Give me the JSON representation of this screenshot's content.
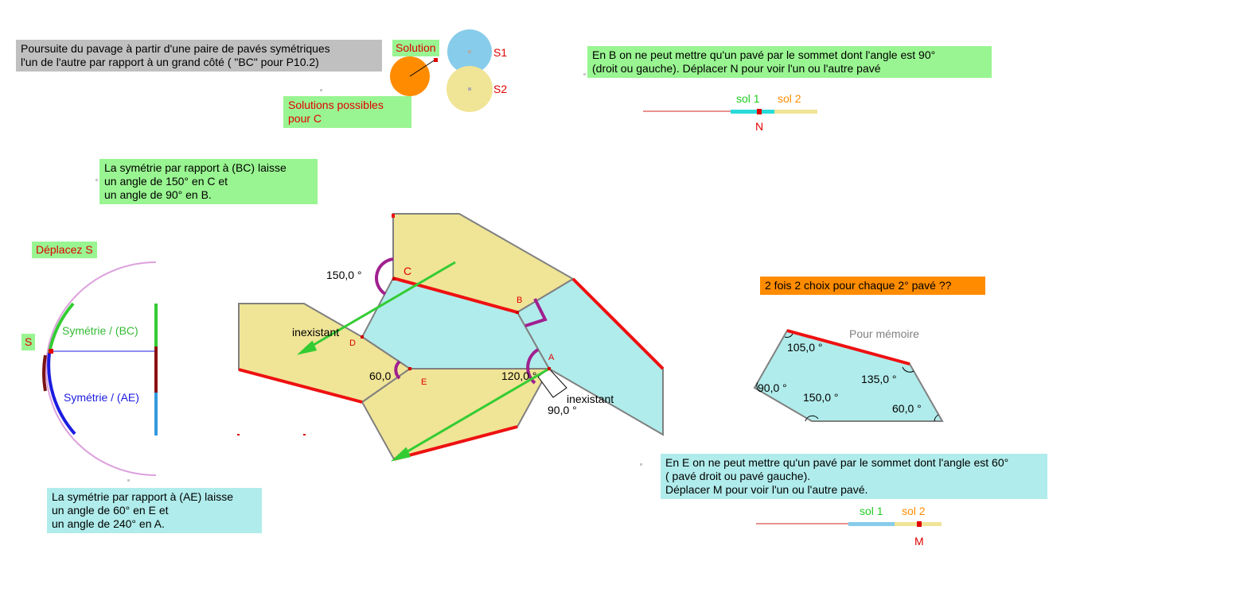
{
  "texts": {
    "intro": "Poursuite du pavage à partir d'une paire de pavés symétriques\nl'un de l'autre par rapport à un grand côté  ( \"BC\" pour P10.2)",
    "solution": "Solution",
    "solutions_possibles": "Solutions possibles\npour C",
    "s1": "S1",
    "s2": "S2",
    "en_b": "En B on ne peut mettre qu'un pavé  par le sommet dont l'angle est 90°\n(droit ou  gauche). Déplacer N pour voir l'un ou l'autre pavé",
    "sol1": "sol 1",
    "sol2": "sol 2",
    "n": "N",
    "symetrie_bc_note": "La symétrie par rapport à (BC) laisse\nun angle de 150° en C et\nun angle de 90° en B.",
    "deplacez": "Déplacez S",
    "s": "S",
    "sym_bc": "Symétrie / (BC)",
    "sym_ae": "Symétrie / (AE)",
    "symetrie_ae_note": "La symétrie par rapport à (AE) laisse\nun angle de 60° en E et\nun angle de 240° en A.",
    "deux_fois": "2 fois 2 choix pour chaque 2° pavé ??",
    "pour_memoire": "Pour mémoire",
    "en_e": "En E on ne peut mettre qu'un pavé par le sommet dont l'angle est 60°\n ( pavé droit ou  pavé gauche).\nDéplacer M pour voir l'un ou l'autre pavé.",
    "m": "M"
  },
  "diagram": {
    "vertices": {
      "a": "A",
      "b": "B",
      "c": "C",
      "d": "D",
      "e": "E"
    },
    "angles": {
      "c150": "150,0 °",
      "e60": "60,0",
      "a120": "120,0 °",
      "a90": "90,0 °"
    },
    "inexistant_left": "inexistant",
    "inexistant_right": "inexistant"
  },
  "memo_angles": {
    "a105": "105,0 °",
    "a135": "135,0 °",
    "a90": "90,0 °",
    "a150": "150,0 °",
    "a60": "60,0 °"
  },
  "colors": {
    "tile_yellow": "#f0e496",
    "tile_cyan": "#b0eceb",
    "edge_red": "#ee1111",
    "arrow_green": "#33cc33",
    "angle_purple": "#a0208f",
    "bg_green": "#99f591",
    "bg_gray": "#c0c0c0",
    "bg_orange": "#ff8c00"
  }
}
